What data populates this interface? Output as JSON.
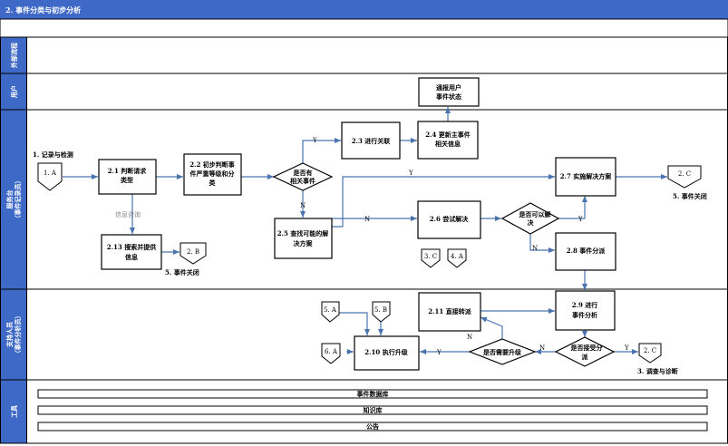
{
  "header": {
    "title": "2. 事件分类与初步分析"
  },
  "lanes": [
    {
      "label": "外部流程"
    },
    {
      "label": "用户"
    },
    {
      "label": "服务台",
      "sub": "（事件记录员）"
    },
    {
      "label": "支持人员",
      "sub": "（事件分析员）"
    },
    {
      "label": "工具"
    }
  ],
  "tools": [
    "事件数据库",
    "知识库",
    "公告"
  ],
  "nodes": {
    "n_start_label": "1. 记录与检测",
    "c_1a": "1. A",
    "b_2_1": [
      "2.1 判断请求",
      "类型"
    ],
    "b_2_2": [
      "2.2 初步判断事",
      "件严重等级和分",
      "类"
    ],
    "d_related": [
      "是否有",
      "相关事件"
    ],
    "b_2_3": "2.3 进行关联",
    "b_2_4": [
      "2.4 更新主事件",
      "相关信息"
    ],
    "b_notify": [
      "通报用户",
      "事件状态"
    ],
    "b_2_5": [
      "2.5 查找可能的解",
      "决方案"
    ],
    "b_2_6": "2.6 尝试解决",
    "d_solved": [
      "是否可以解",
      "决"
    ],
    "b_2_7": "2.7 实施解决方案",
    "c_2c_top": "2. C",
    "t_close_top": "5. 事件关闭",
    "b_2_8": "2.8 事件分派",
    "c_3c": "3. C",
    "c_4a": "4. A",
    "label_info": "信息咨询",
    "b_2_13": [
      "2.13 搜索并提供",
      "信息"
    ],
    "c_2b": "2. B",
    "t_close_mid": "5. 事件关闭",
    "c_5a": "5. A",
    "c_5b": "5. B",
    "c_6a": "6. A",
    "b_2_11": "2.11 直接转派",
    "b_2_9": [
      "2.9 进行",
      "事件分析"
    ],
    "b_2_10": "2.10 执行升级",
    "d_escalate": "是否需要升级",
    "d_accept": [
      "是否接受分",
      "派"
    ],
    "c_2c_bot": "2. C",
    "t_investigate": "3. 调查与诊断"
  },
  "edge_labels": {
    "y": "Y",
    "n": "N"
  }
}
